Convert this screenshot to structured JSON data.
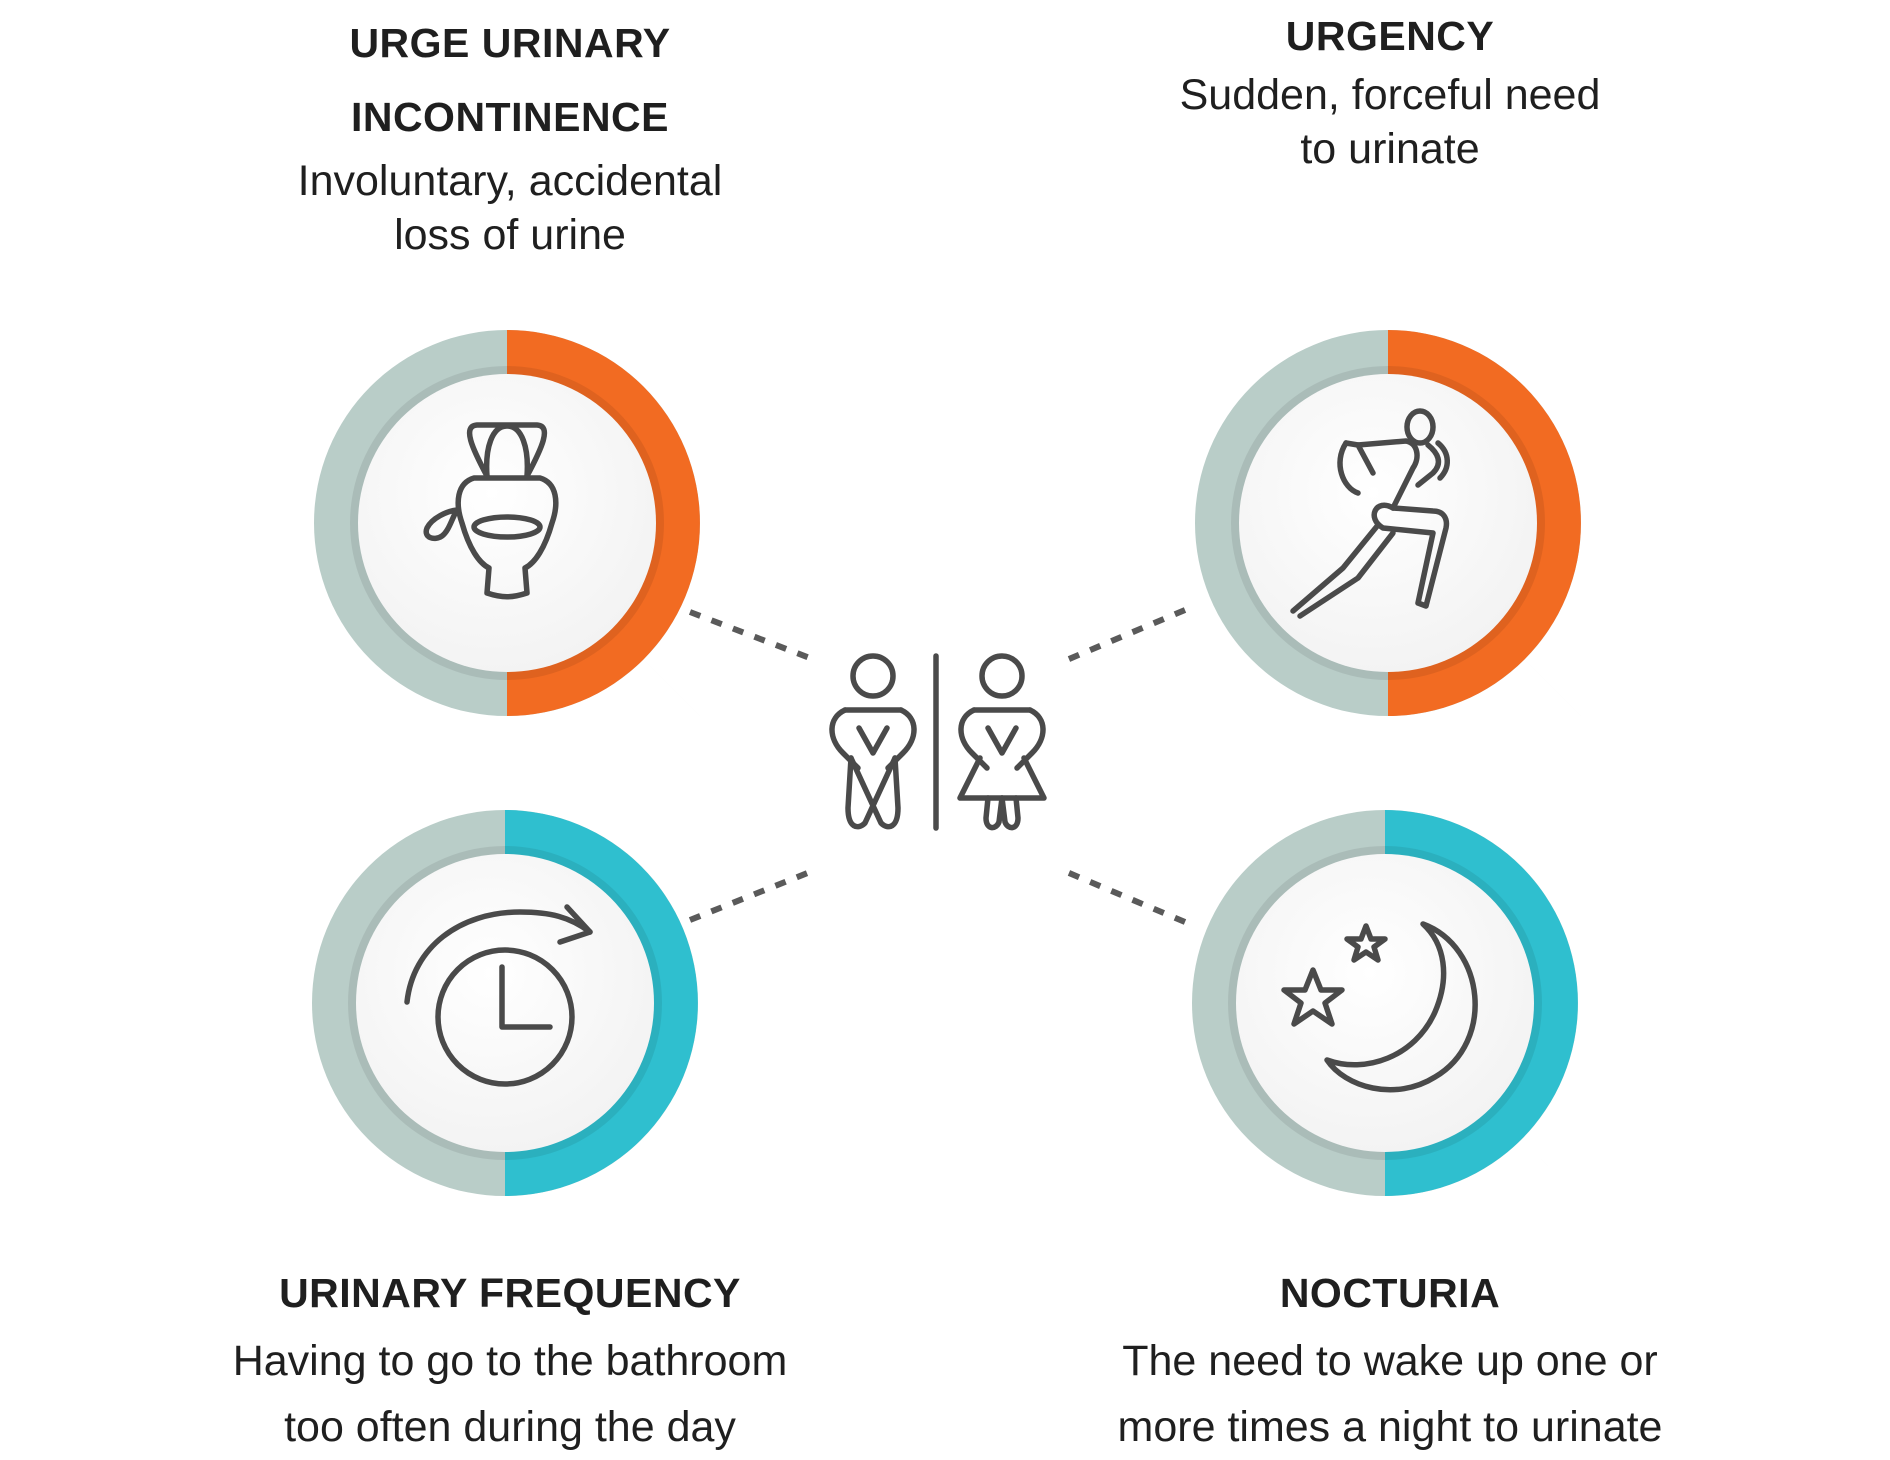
{
  "colors": {
    "orange": "#f26b22",
    "teal": "#2fbfcf",
    "gray_ring": "#b9cdc8",
    "inner_ring": "#d8dcdc",
    "icon": "#4a4a4a",
    "connector": "#5a5a5a"
  },
  "items": [
    {
      "id": "urge-urinary-incontinence",
      "title": "URGE URINARY INCONTINENCE",
      "title_line1": "URGE URINARY",
      "title_line2": "INCONTINENCE",
      "desc_line1": "Involuntary, accidental",
      "desc_line2": "loss of urine",
      "accent": "orange",
      "icon": "toilet-leak-icon"
    },
    {
      "id": "urgency",
      "title": "URGENCY",
      "desc_line1": "Sudden, forceful need",
      "desc_line2": "to urinate",
      "accent": "orange",
      "icon": "running-person-icon"
    },
    {
      "id": "urinary-frequency",
      "title": "URINARY FREQUENCY",
      "desc_line1": "Having to go to the bathroom",
      "desc_line2": "too often during the day",
      "accent": "teal",
      "icon": "clock-repeat-icon"
    },
    {
      "id": "nocturia",
      "title": "NOCTURIA",
      "desc_line1": "The need to wake up one or",
      "desc_line2": "more times a night to urinate",
      "accent": "teal",
      "icon": "moon-stars-icon"
    }
  ],
  "center_icon": "restroom-people-icon"
}
